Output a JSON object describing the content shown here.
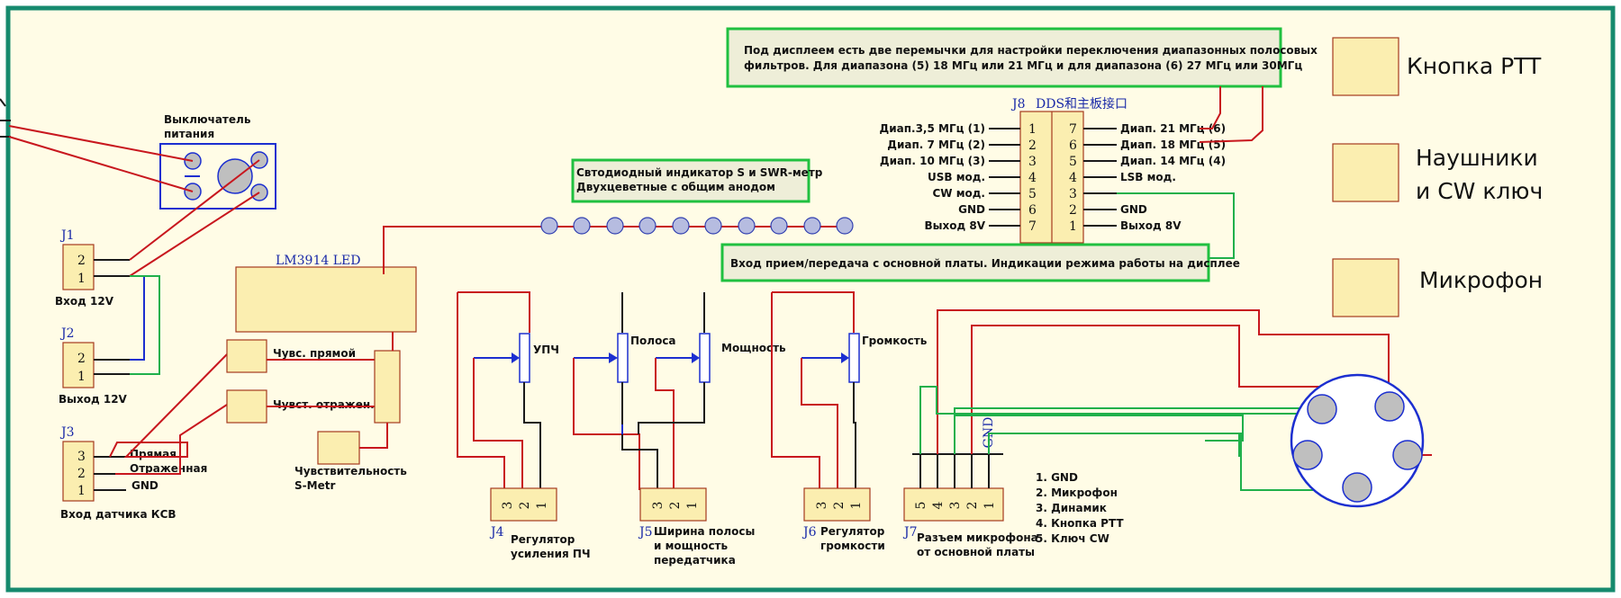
{
  "header_note": {
    "line1": "Под дисплеем есть две перемычки для настройки переключения диапазонных полосовых",
    "line2": "фильтров. Для диапазона (5) 18 МГц или 21 МГц и для диапазона (6) 27 МГц или 30МГц"
  },
  "legend": {
    "ptt": "Кнопка PTT",
    "phones1": "Наушники",
    "phones2": "и CW ключ",
    "mic": "Микрофон"
  },
  "power_switch": {
    "line1": "Выключатель",
    "line2": "питания"
  },
  "j1": {
    "ref": "J1",
    "label": "Вход 12V",
    "pins": [
      "2",
      "1"
    ]
  },
  "j2": {
    "ref": "J2",
    "label": "Выход 12V",
    "pins": [
      "2",
      "1"
    ]
  },
  "j3": {
    "ref": "J3",
    "label": "Вход датчика КСВ",
    "pins": [
      "3",
      "2",
      "1"
    ],
    "pin_labels": [
      "Прямая",
      "Отраженная",
      "GND"
    ]
  },
  "led_note": {
    "line1": "Свтодиодный индикатор S и SWR-метр",
    "line2": "Двухцеветные с общим анодом"
  },
  "lm3914": "LM3914 LED",
  "sens_forward": "Чувс. прямой",
  "sens_reflected": "Чувст. отражен.",
  "smeter": {
    "line1": "Чувствительность",
    "line2": "S-Metr"
  },
  "j8": {
    "ref": "J8",
    "title": "DDS和主板接口",
    "left_pins": [
      "1",
      "2",
      "3",
      "4",
      "5",
      "6",
      "7"
    ],
    "right_pins": [
      "7",
      "6",
      "5",
      "4",
      "3",
      "2",
      "1"
    ],
    "left_labels": [
      "Диап.3,5 МГц (1)",
      "Диап. 7 МГц (2)",
      "Диап. 10 МГц (3)",
      "USB мод.",
      "CW мод.",
      "GND",
      "Выход 8V"
    ],
    "right_labels": [
      "Диап. 21 МГц (6)",
      "Диап. 18 МГц (5)",
      "Диап. 14 МГц (4)",
      "LSB мод.",
      "",
      "GND",
      "Выход 8V"
    ]
  },
  "rx_tx_note": "Вход прием/передача с основной платы. Индикации режима работы на дисплее",
  "pots": {
    "upch": "УПЧ",
    "band": "Полоса",
    "power": "Мощность",
    "volume": "Громкость"
  },
  "j4": {
    "ref": "J4",
    "pins": [
      "3",
      "2",
      "1"
    ],
    "line1": "Регулятор",
    "line2": "усиления ПЧ"
  },
  "j5": {
    "ref": "J5",
    "pins": [
      "3",
      "2",
      "1"
    ],
    "line1": "Ширина полосы",
    "line2": "и мощность",
    "line3": "передатчика"
  },
  "j6": {
    "ref": "J6",
    "pins": [
      "3",
      "2",
      "1"
    ],
    "line1": "Регулятор",
    "line2": "громкости"
  },
  "j7": {
    "ref": "J7",
    "pins": [
      "5",
      "4",
      "3",
      "2",
      "1"
    ],
    "line1": "Разъем микрофона",
    "line2": "от основной платы",
    "gnd": "GND"
  },
  "mic_pinout": [
    "1. GND",
    "2. Микрофон",
    "3. Динамик",
    "4. Кнопка PTT",
    "5. Ключ CW"
  ],
  "colors": {
    "border": "#168a6e",
    "background": "#fffce6",
    "red_wire": "#c8171e",
    "green_wire": "#20b04b",
    "blue_wire": "#1c2fd0"
  }
}
